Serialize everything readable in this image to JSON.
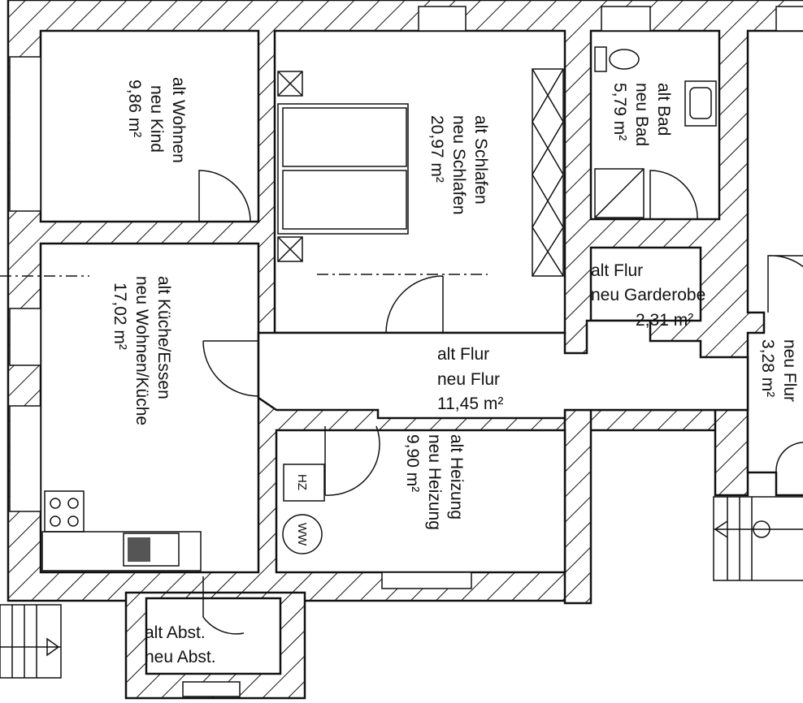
{
  "rooms": {
    "kind": {
      "old": "alt Wohnen",
      "new": "neu Kind",
      "area": "9,86 m²"
    },
    "schlafen": {
      "old": "alt Schlafen",
      "new": "neu Schlafen",
      "area": "20,97 m²"
    },
    "bad": {
      "old": "alt Bad",
      "new": "neu Bad",
      "area": "5,79 m²"
    },
    "garderobe": {
      "old": "alt Flur",
      "new": "neu Garderobe",
      "area": "2,31 m²"
    },
    "flur_right": {
      "new": "neu Flur",
      "area": "3,28 m²"
    },
    "kueche": {
      "old": "alt Küche/Essen",
      "new": "neu Wohnen/Küche",
      "area": "17,02 m²"
    },
    "flur": {
      "old": "alt Flur",
      "new": "neu Flur",
      "area": "11,45 m²"
    },
    "heizung": {
      "old": "alt Heizung",
      "new": "neu Heizung",
      "area": "9,90 m²"
    },
    "abst": {
      "old": "alt Abst.",
      "new": "neu Abst."
    }
  },
  "symbols": {
    "heater": "HZ",
    "water_heater": "WW"
  }
}
